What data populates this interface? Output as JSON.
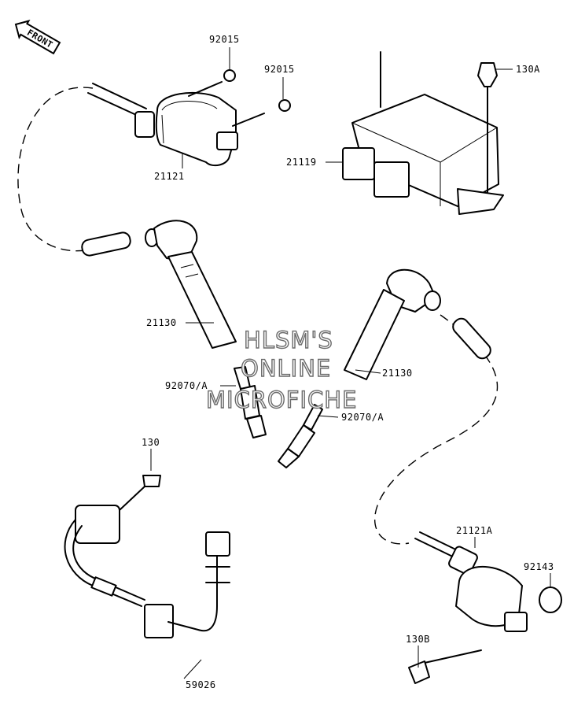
{
  "front_badge": "FRONT",
  "watermark": [
    "HLSM'S",
    "ONLINE",
    "MICROFICHE"
  ],
  "labels": {
    "nut_upper": "92015",
    "nut_lower": "92015",
    "coil_front": "21121",
    "igniter": "21119",
    "bolt_igniter": "130A",
    "cap_left": "21130",
    "cap_right": "21130",
    "plug_left": "92070/A",
    "plug_right": "92070/A",
    "bolt_harness": "130",
    "harness": "59026",
    "coil_rear": "21121A",
    "collar": "92143",
    "bolt_coil": "130B"
  }
}
